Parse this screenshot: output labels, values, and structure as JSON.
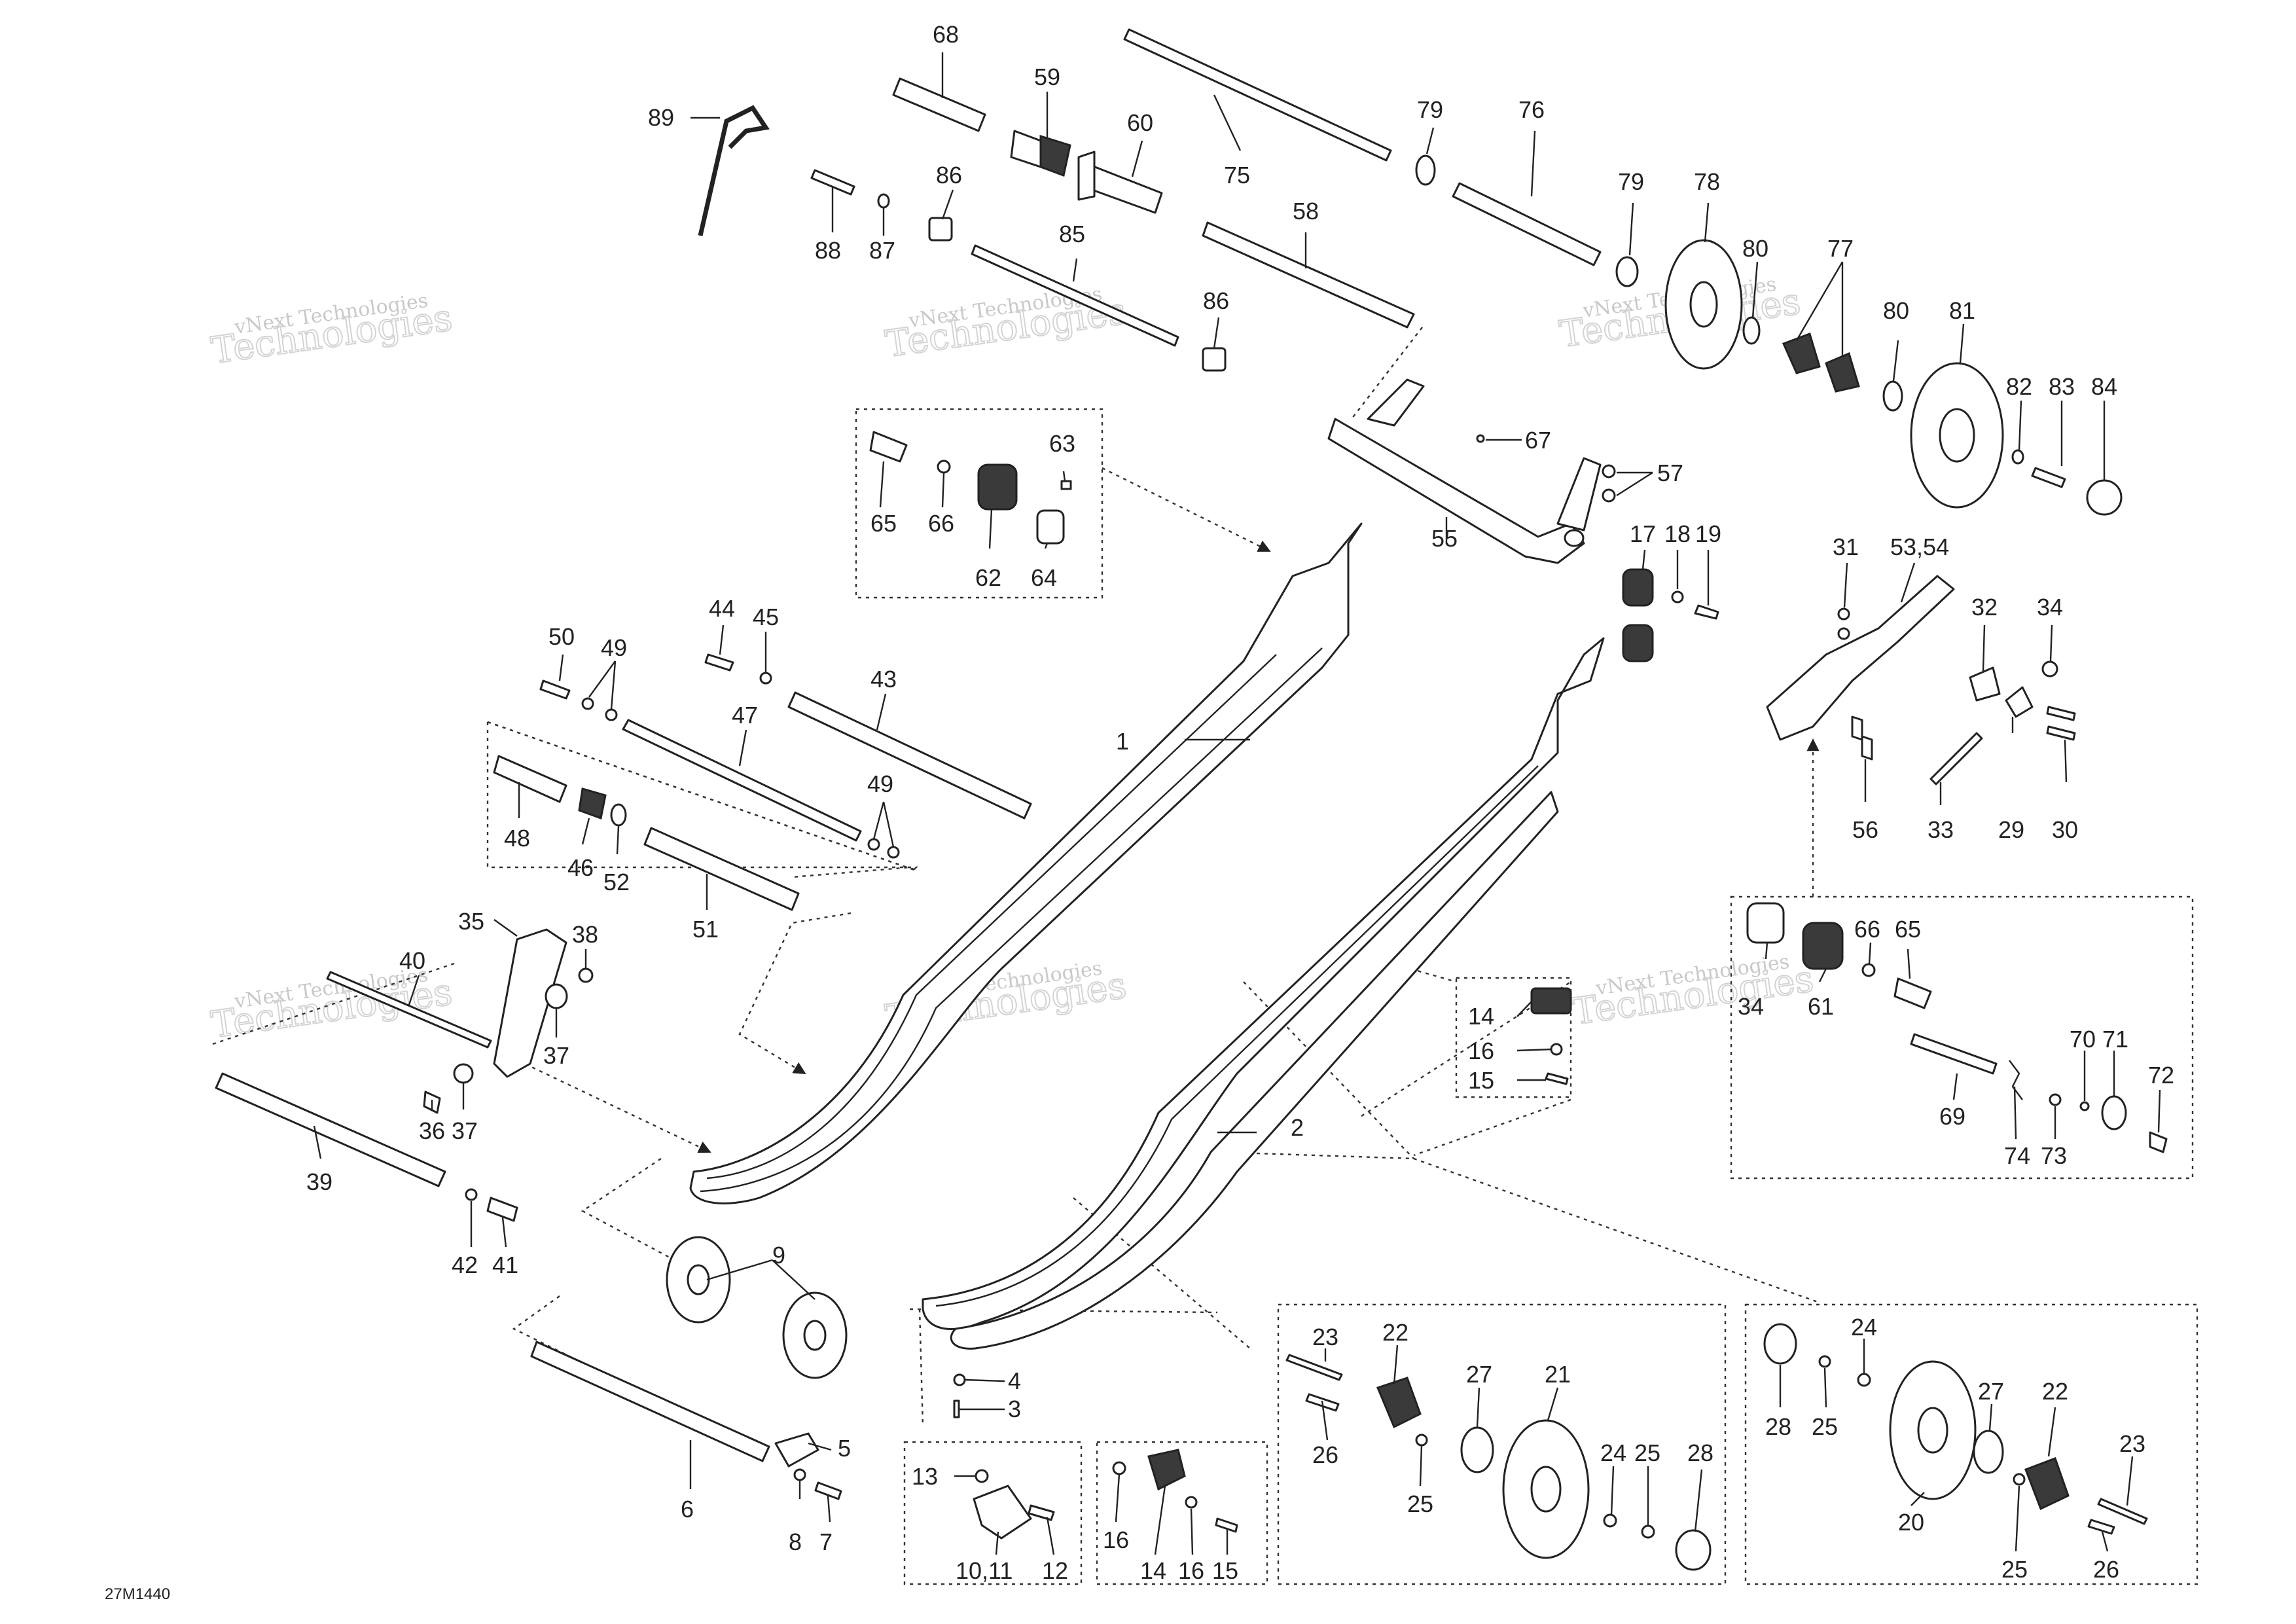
{
  "watermark": {
    "line1": "vNext Technologies",
    "line2": "Technologies"
  },
  "reference_code": "27M1440",
  "callouts": {
    "c1": "1",
    "c2": "2",
    "c3": "3",
    "c4": "4",
    "c5": "5",
    "c6": "6",
    "c7": "7",
    "c8": "8",
    "c9": "9",
    "c10_11": "10,11",
    "c12": "12",
    "c13": "13",
    "c14a": "14",
    "c15a": "15",
    "c16a": "16",
    "c14b": "14",
    "c15b": "15",
    "c16b": "16",
    "c16c": "16",
    "c17": "17",
    "c18": "18",
    "c19": "19",
    "c20": "20",
    "c21": "21",
    "c22a": "22",
    "c22b": "22",
    "c23a": "23",
    "c23b": "23",
    "c24a": "24",
    "c24b": "24",
    "c25a": "25",
    "c25b": "25",
    "c25c": "25",
    "c26a": "26",
    "c26b": "26",
    "c27a": "27",
    "c27b": "27",
    "c28a": "28",
    "c28b": "28",
    "c29": "29",
    "c30": "30",
    "c31": "31",
    "c32": "32",
    "c33": "33",
    "c34a": "34",
    "c34b": "34",
    "c35": "35",
    "c36": "36",
    "c37a": "37",
    "c37b": "37",
    "c38": "38",
    "c39": "39",
    "c40": "40",
    "c41": "41",
    "c42": "42",
    "c43": "43",
    "c44": "44",
    "c45": "45",
    "c46": "46",
    "c47": "47",
    "c48": "48",
    "c49a": "49",
    "c49b": "49",
    "c50": "50",
    "c51": "51",
    "c52": "52",
    "c53_54": "53,54",
    "c55": "55",
    "c56": "56",
    "c57": "57",
    "c58": "58",
    "c59": "59",
    "c60": "60",
    "c61": "61",
    "c62": "62",
    "c63": "63",
    "c64": "64",
    "c65a": "65",
    "c65b": "65",
    "c66a": "66",
    "c66b": "66",
    "c67": "67",
    "c68": "68",
    "c69": "69",
    "c70": "70",
    "c71": "71",
    "c72": "72",
    "c73": "73",
    "c74": "74",
    "c75": "75",
    "c76": "76",
    "c77": "77",
    "c78": "78",
    "c79a": "79",
    "c79b": "79",
    "c80a": "80",
    "c80b": "80",
    "c81": "81",
    "c82": "82",
    "c83": "83",
    "c84": "84",
    "c85": "85",
    "c86a": "86",
    "c86b": "86",
    "c87": "87",
    "c88": "88",
    "c89": "89"
  },
  "colors": {
    "line": "#222222",
    "watermark": "#c9c9c9",
    "background": "#ffffff"
  }
}
